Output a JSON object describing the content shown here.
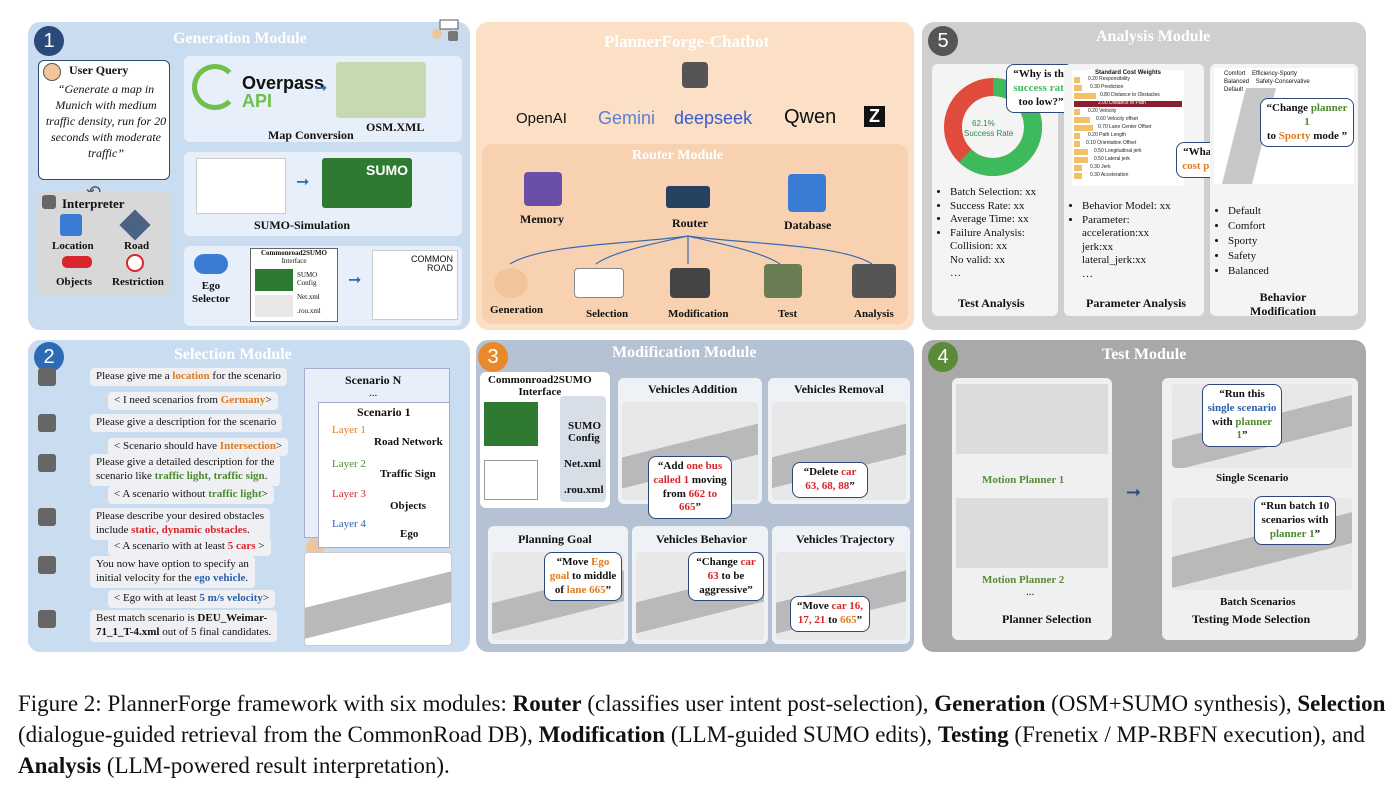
{
  "colors": {
    "generation": "#c7dbef",
    "chatbot": "#f9dfc5",
    "analysis": "#cfcfcf",
    "selection": "#c7dbef",
    "modification": "#b5c2d4",
    "test": "#a9a9a9",
    "accent_red": "#d9262c",
    "accent_orange": "#e07a1f",
    "accent_green": "#4d8a2e",
    "accent_blue": "#2d5fa8"
  },
  "generation": {
    "badge": "1",
    "title": "Generation Module",
    "user_query_title": "User Query",
    "user_query_text": "“Generate a map in Munich with medium traffic density, run for 20 seconds with moderate traffic”",
    "interpreter": "Interpreter",
    "interp_items": [
      "Location",
      "Road",
      "Objects",
      "Restriction"
    ],
    "overpass_l1": "Overpass",
    "overpass_l2": "API",
    "osm_label": "OSM.XML",
    "map_conversion": "Map Conversion",
    "sumo_logo": "SUMO",
    "sumo_sim": "SUMO-Simulation",
    "ego_selector_l1": "Ego",
    "ego_selector_l2": "Selector",
    "c2s_l1": "Commonroad2SUMO",
    "c2s_l2": "Interface",
    "sumo_config": "SUMO Config",
    "net_xml": "Net.xml",
    "rou_xml": ".rou.xml",
    "commonroad_l1": "COMMON",
    "commonroad_l2": "ROΛD"
  },
  "chatbot": {
    "title": "PlannerForge-Chatbot",
    "providers": [
      "OpenAI",
      "Gemini",
      "deepseek",
      "Qwen",
      "Z"
    ],
    "router_title": "Router Module",
    "memory": "Memory",
    "router": "Router",
    "database": "Database",
    "flow": [
      "Generation",
      "Selection",
      "Modification",
      "Test",
      "Analysis"
    ]
  },
  "analysis": {
    "badge": "5",
    "title": "Analysis Module",
    "q1_a": "“Why is the",
    "q1_b": "success rate",
    "q1_c": "too low?”",
    "donut_pct": "62.1%",
    "donut_label": "Success Rate",
    "success_rate": 0.621,
    "test_list": [
      "Batch Selection: xx",
      "Success Rate:  xx",
      "Average Time: xx",
      "Failure Analysis:",
      "Collision: xx",
      "No valid: xx",
      "…"
    ],
    "test_analysis": "Test Analysis",
    "weights_title": "Standard Cost Weights",
    "weights": [
      {
        "label": "0.20 Responsibility",
        "v": 0.2
      },
      {
        "label": "0.30 Prediction",
        "v": 0.3
      },
      {
        "label": "0.80 Distance to Obstacles",
        "v": 0.8
      },
      {
        "label": "2.00 Distance to Path",
        "v": 2.0
      },
      {
        "label": "0.20 Velocity",
        "v": 0.2
      },
      {
        "label": "0.60 Velocity offset",
        "v": 0.6
      },
      {
        "label": "0.70 Lane Center Offset",
        "v": 0.7
      },
      {
        "label": "0.20 Path Length",
        "v": 0.2
      },
      {
        "label": "0.10 Orientation Offset",
        "v": 0.1
      },
      {
        "label": "0.50 Longitudinal jerk",
        "v": 0.5
      },
      {
        "label": "0.50 Lateral jerk",
        "v": 0.5
      },
      {
        "label": "0.30 Jerk",
        "v": 0.3
      },
      {
        "label": "0.30 Acceleration",
        "v": 0.3
      }
    ],
    "q2_a": "“What is current",
    "q2_b": "cost parameter",
    "q2_c": "?”",
    "param_list_1": "Behavior Model: xx",
    "param_list_2": "Parameter:",
    "param_list_3": "acceleration:xx",
    "param_list_4": "jerk:xx",
    "param_list_5": "lateral_jerk:xx",
    "param_list_6": "…",
    "param_analysis": "Parameter Analysis",
    "legend": [
      "Comfort",
      "Efficiency-Sporty",
      "Balanced",
      "Safety-Conservative",
      "Default"
    ],
    "q3_a": "“Change",
    "q3_b": "planner 1",
    "q3_c": "to",
    "q3_d": "Sporty",
    "q3_e": "mode ”",
    "modes": [
      "Default",
      "Comfort",
      "Sporty",
      "Safety",
      "Balanced"
    ],
    "behavior_mod_l1": "Behavior",
    "behavior_mod_l2": "Modification"
  },
  "selection": {
    "badge": "2",
    "title": "Selection Module",
    "chat": [
      {
        "pre": "Please give me a ",
        "hl": "location",
        "post": " for the scenario"
      },
      {
        "pre": "< I need scenarios from ",
        "hl": "Germany",
        "post": ">"
      },
      {
        "pre": "Please give a description for the scenario",
        "hl": "",
        "post": ""
      },
      {
        "pre": "< Scenario should have ",
        "hl": "Intersection",
        "post": ">"
      },
      {
        "pre": "Please give a detailed description for the",
        "pre2": "scenario like ",
        "hl": "traffic light, traffic sign",
        "post": "."
      },
      {
        "pre": "< A scenario without ",
        "hl": "traffic light",
        "post": ">"
      },
      {
        "pre": "Please describe your desired obstacles",
        "pre2": "include ",
        "hl": "static, dynamic obstacles",
        "post": "."
      },
      {
        "pre": "< A scenario with at least ",
        "hl": "5 cars",
        "post": " >"
      },
      {
        "pre": "You now have option to specify an",
        "pre2": "initial velocity for the ",
        "hl": "ego vehicle",
        "post": "."
      },
      {
        "pre": "< Ego with at least ",
        "hl": "5 m/s velocity",
        "post": ">"
      },
      {
        "pre": "Best match scenario is ",
        "hl": "DEU_Weimar-",
        "pre2": "71_1_T-4.xml",
        "post": " out of 5 final candidates."
      }
    ],
    "scenario_n": "Scenario N",
    "dots": "...",
    "scenario_1": "Scenario 1",
    "layers": [
      {
        "layer": "Layer 1",
        "name": "Road Network"
      },
      {
        "layer": "Layer 2",
        "name": "Traffic Sign"
      },
      {
        "layer": "Layer 3",
        "name": "Objects"
      },
      {
        "layer": "Layer 4",
        "name": "Ego"
      }
    ]
  },
  "modification": {
    "badge": "3",
    "title": "Modification Module",
    "c2s_l1": "Commonroad2SUMO",
    "c2s_l2": "Interface",
    "sumo_config": "SUMO Config",
    "net_xml": "Net.xml",
    "rou_xml": ".rou.xml",
    "veh_add": "Vehicles Addition",
    "veh_remove": "Vehicles Removal",
    "add_a": "“Add ",
    "add_b": "one bus called 1",
    "add_c": " moving from ",
    "add_d": "662 to 665",
    "add_e": "”",
    "del_a": "“Delete ",
    "del_b": "car 63, 68, 88",
    "del_c": "”",
    "planning_goal": "Planning Goal",
    "veh_behavior": "Vehicles Behavior",
    "veh_traj": "Vehicles  Trajectory",
    "goal_a": "“Move ",
    "goal_b": "Ego goal",
    "goal_c": " to middle of ",
    "goal_d": "lane 665",
    "goal_e": "”",
    "beh_a": "“Change ",
    "beh_b": "car 63",
    "beh_c": " to be aggressive”",
    "traj_a": "“Move ",
    "traj_b": "car 16, 17, 21",
    "traj_c": " to ",
    "traj_d": "665",
    "traj_e": "”"
  },
  "test": {
    "badge": "4",
    "title": "Test Module",
    "mp1": "Motion Planner 1",
    "mp2": "Motion Planner 2",
    "dots": "...",
    "planner_selection": "Planner Selection",
    "single_a": "“Run this",
    "single_b": "single scenario",
    "single_c": "with ",
    "single_d": "planner 1",
    "single_e": "”",
    "single_label": "Single Scenario",
    "batch_a": "“Run batch 10",
    "batch_b": "scenarios with",
    "batch_c": "planner 1",
    "batch_d": "”",
    "batch_label": "Batch Scenarios",
    "mode_sel": "Testing Mode Selection"
  },
  "caption": {
    "c1": "Figure 2: PlannerForge framework with six modules: ",
    "b1": "Router",
    "c2": " (classifies user intent post-selection), ",
    "b2": "Generation",
    "c3": " (OSM+SUMO synthesis), ",
    "b3": "Selection",
    "c4": " (dialogue-guided retrieval from the CommonRoad DB), ",
    "b4": "Modification",
    "c5": " (LLM-guided SUMO edits), ",
    "b5": "Testing",
    "c6": " (Frenetix / MP-RBFN execution), and ",
    "b6": "Analysis",
    "c7": " (LLM-powered result interpretation)."
  }
}
